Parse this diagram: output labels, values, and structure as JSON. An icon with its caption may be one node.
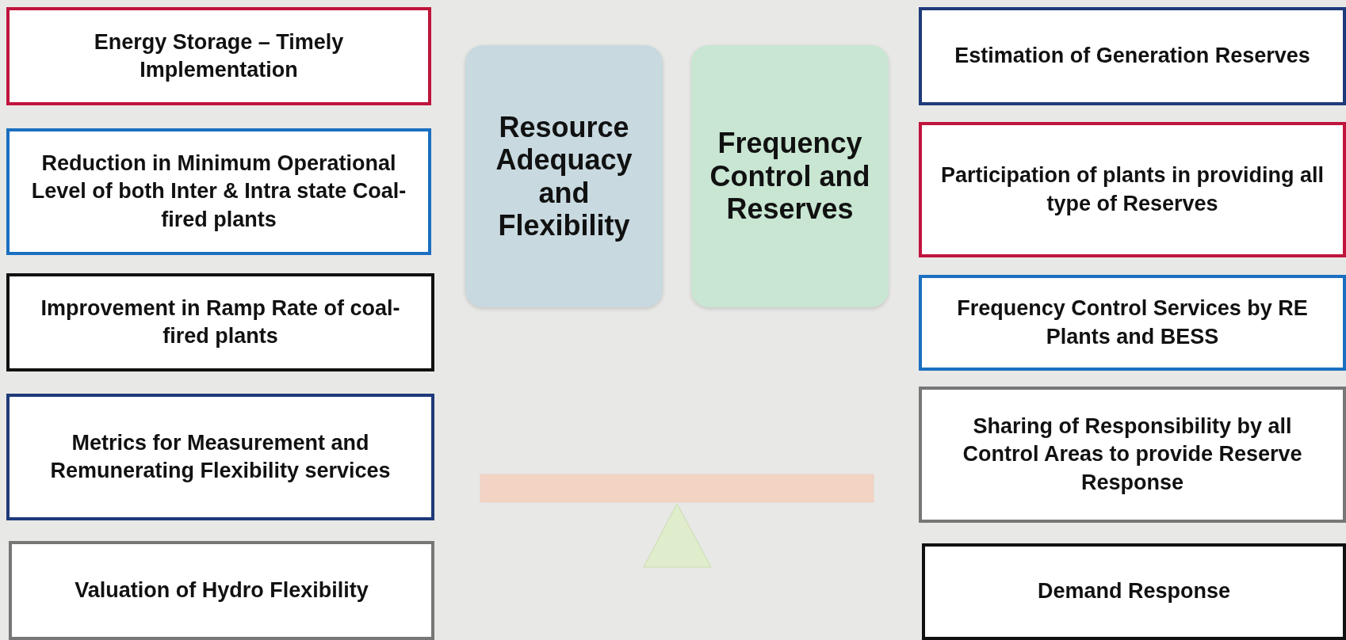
{
  "diagram": {
    "nodes": [
      {
        "text": [
          "Energy Storage – Timely Implementation"
        ]
      },
      {
        "text": [
          "Reduction in Minimum Operational Level of both Inter & Intra state Coal-fired plants"
        ]
      },
      {
        "text": [
          "Improvement in Ramp Rate of coal-fired plants"
        ]
      },
      {
        "text": [
          "Metrics for Measurement and Remunerating Flexibility services"
        ]
      },
      {
        "text": [
          "Valuation of Hydro Flexibility"
        ]
      },
      {
        "text": [
          "Resource Adequacy and Flexibility"
        ]
      },
      {
        "text": [
          "Frequency Control and Reserves"
        ]
      },
      {
        "text": [
          "Estimation of Generation Reserves"
        ]
      },
      {
        "text": [
          "Participation of plants in providing all type of Reserves"
        ]
      },
      {
        "text": [
          "Frequency Control Services by RE Plants and BESS"
        ]
      },
      {
        "text": [
          "Sharing of Responsibility by all Control Areas to provide Reserve Response"
        ]
      },
      {
        "text": [
          "Demand Response"
        ]
      }
    ]
  }
}
